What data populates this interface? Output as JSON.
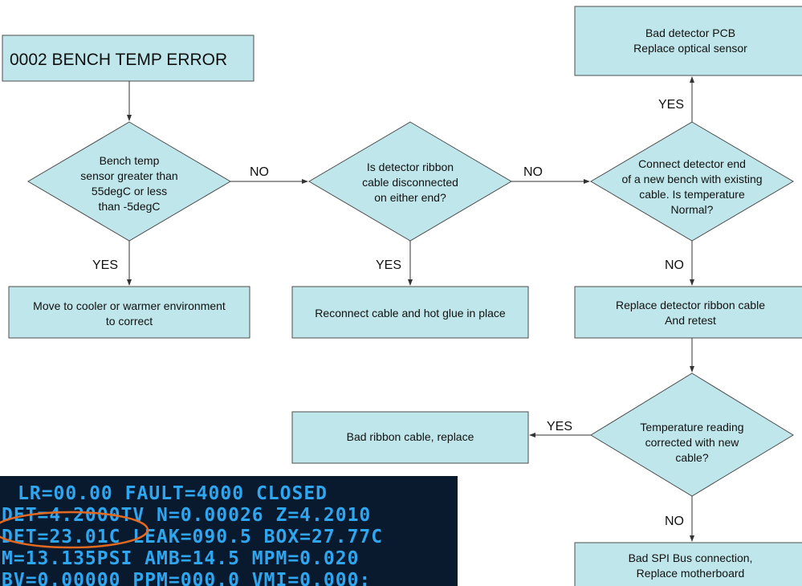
{
  "title_box": {
    "label": "0002 BENCH TEMP ERROR"
  },
  "nodes": {
    "bench_temp_check": [
      "Bench temp",
      "sensor greater than",
      "55degC or less",
      "than -5degC"
    ],
    "ribbon_disconnected_check": [
      "Is detector ribbon",
      "cable disconnected",
      "on either end?"
    ],
    "new_bench_check": [
      "Connect detector end",
      "of a new bench with existing",
      "cable. Is temperature",
      "Normal?"
    ],
    "bad_detector_pcb": [
      "Bad detector PCB",
      "Replace optical sensor"
    ],
    "move_environment": [
      "Move to cooler or warmer environment",
      "to correct"
    ],
    "reconnect_cable": [
      "Reconnect cable and hot glue in place"
    ],
    "replace_ribbon_cable": [
      "Replace detector ribbon cable",
      "And retest"
    ],
    "temp_corrected_check": [
      "Temperature reading",
      "corrected with new",
      "cable?"
    ],
    "bad_ribbon_cable": [
      "Bad ribbon cable, replace"
    ],
    "bad_spi_bus": [
      "Bad SPI Bus connection,",
      "Replace motherboard"
    ]
  },
  "edge_labels": {
    "bench_to_ribbon": "NO",
    "ribbon_to_newbench": "NO",
    "newbench_to_pcb": "YES",
    "bench_to_move": "YES",
    "ribbon_to_reconnect": "YES",
    "newbench_to_replace": "NO",
    "temp_to_badcable": "YES",
    "temp_to_spi": "NO"
  },
  "display_photo": {
    "lines": [
      "LR=00.00  FAULT=4000  CLOSED",
      "DET=4.2000TV N=0.00026  Z=4.2010",
      "DET=23.01C LEAK=090.5  BOX=27.77C",
      "M=13.135PSI AMB=14.5  MPM=0.020",
      "BV=0.00000 PPM=000.0 VMI=0.000:"
    ],
    "colors": {
      "background": "#0a1a2e",
      "text": "#2ea6f0",
      "highlight": "#e2691f"
    }
  }
}
